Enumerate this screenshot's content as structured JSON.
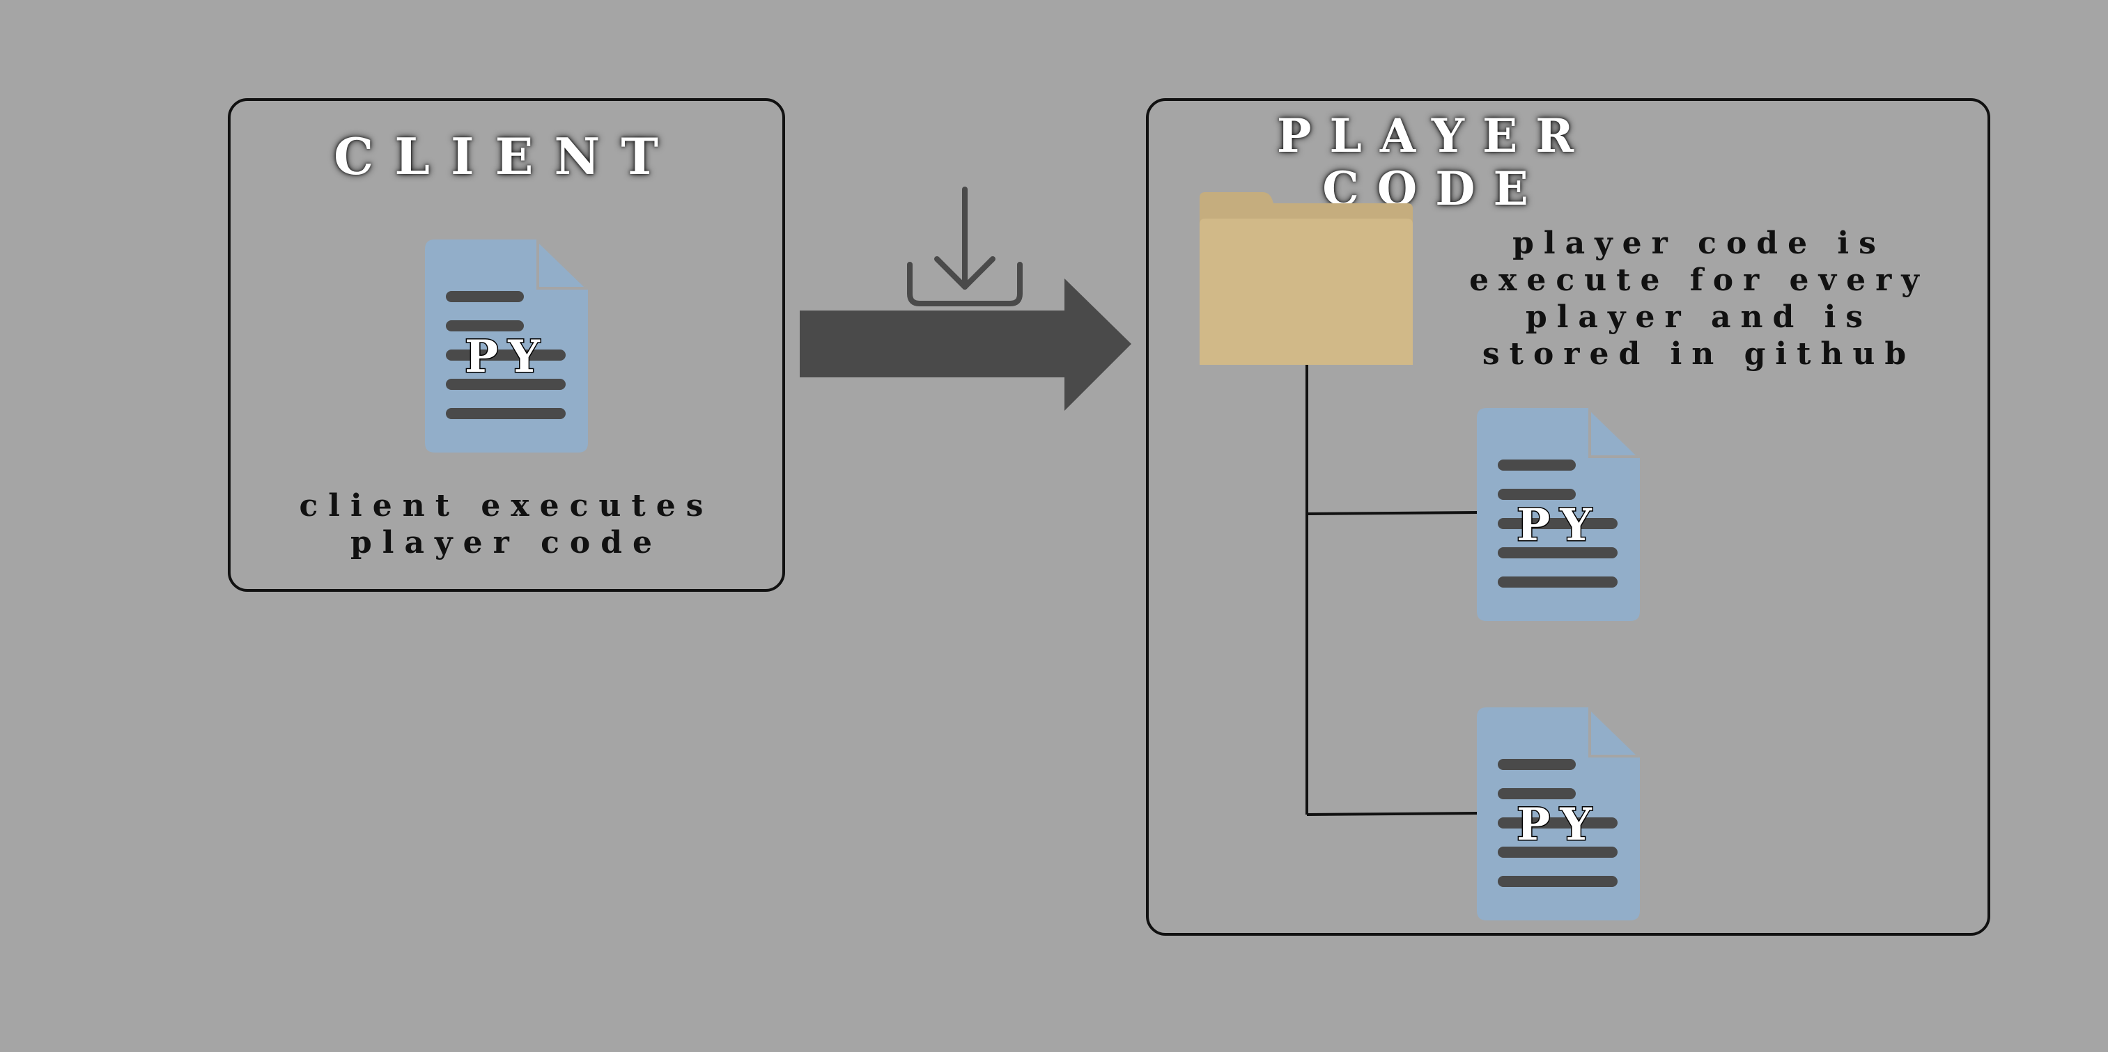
{
  "client": {
    "title": "CLIENT",
    "caption": "client executes\nplayer code",
    "file_label": "PY"
  },
  "player_code": {
    "title": "PLAYER\nCODE",
    "caption": "player code is\nexecute for every\nplayer and is\nstored in github",
    "files": [
      {
        "label": "PY"
      },
      {
        "label": "PY"
      }
    ]
  },
  "icons": {
    "client_file": "python-file-icon",
    "download": "download-icon",
    "arrow": "right-arrow",
    "folder": "folder-icon"
  },
  "colors": {
    "background": "#a5a5a5",
    "file": "#92aec9",
    "file_lines": "#4a4a4a",
    "folder": "#d1b988",
    "folder_tab": "#c5ad7e",
    "arrow": "#4a4a4a",
    "border": "#111111"
  }
}
